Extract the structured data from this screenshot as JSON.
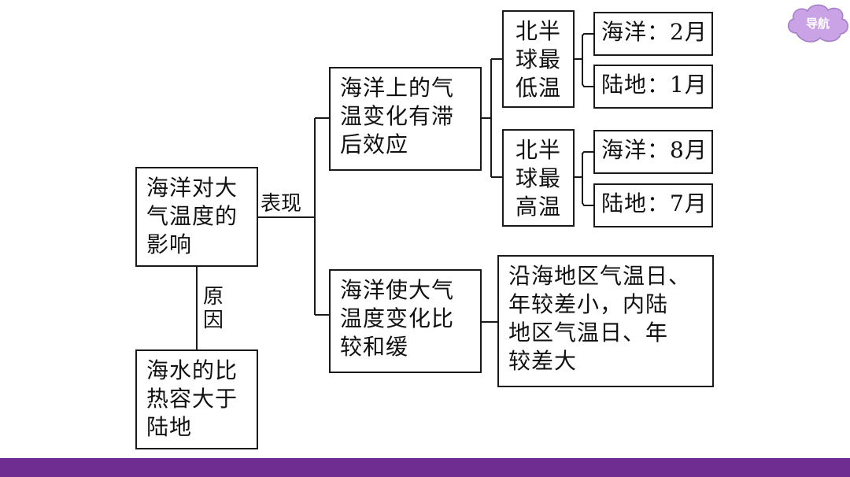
{
  "nav_button": {
    "label": "导航",
    "color": "#c9a3e6"
  },
  "footer": {
    "color": "#6f2c91"
  },
  "diagram": {
    "root": "海洋对大\n气温度的\n影响",
    "edge_performance": "表现",
    "edge_reason": "原\n因",
    "reason": "海水的比\n热容大于\n陆地",
    "lag": "海洋上的气\n温变化有滞\n后效应",
    "moderate": "海洋使大气\n温度变化比\n较和缓",
    "moderate_result": "沿海地区气温日、\n年较差小，内陆\n地区气温日、年\n较差大",
    "nh_min": "北半\n球最\n低温",
    "nh_max": "北半\n球最\n高温",
    "ocean_min": "海洋：2月",
    "land_min": "陆地：1月",
    "ocean_max": "海洋：8月",
    "land_max": "陆地：7月"
  }
}
